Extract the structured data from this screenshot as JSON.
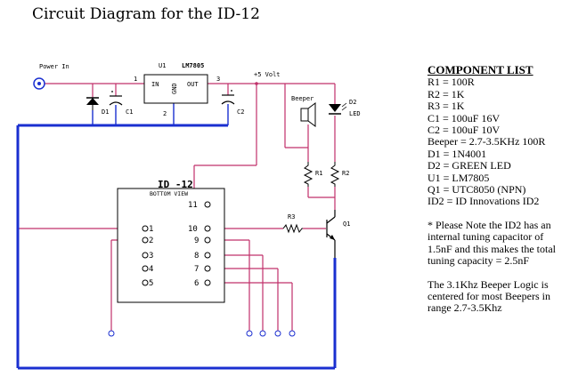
{
  "title": "Circuit Diagram for the ID-12",
  "diagram": {
    "power_in": "Power In",
    "plus5": "+5 Volt",
    "u1": "U1",
    "u1_part": "LM7805",
    "pin_in": "IN",
    "pin_out": "OUT",
    "pin_gnd": "GND",
    "pin1": "1",
    "pin2": "2",
    "pin3": "3",
    "d1": "D1",
    "c1": "C1",
    "c2": "C2",
    "beeper": "Beeper",
    "d2": "D2",
    "led": "LED",
    "r1": "R1",
    "r2": "R2",
    "r3": "R3",
    "q1": "Q1",
    "chip_title": "ID -12",
    "chip_sub": "BOTTOM VIEW",
    "left_pins": [
      "1",
      "2",
      "3",
      "4",
      "5"
    ],
    "right_pins": [
      "11",
      "10",
      "9",
      "8",
      "7",
      "6"
    ]
  },
  "components": {
    "header": "COMPONENT LIST",
    "items": [
      "R1 = 100R",
      "R2 = 1K",
      "R3 = 1K",
      "C1 = 100uF 16V",
      "C2 = 100uF 10V",
      "Beeper = 2.7-3.5KHz 100R",
      "D1 = 1N4001",
      "D2 = GREEN LED",
      "U1 = LM7805",
      "Q1 = UTC8050 (NPN)",
      "ID2 = ID Innovations ID2"
    ],
    "note1": "* Please Note the ID2 has an internal tuning capacitor of 1.5nF and this makes the total tuning capacity = 2.5nF",
    "note2": "The 3.1Khz Beeper Logic is centered for most Beepers in range 2.7-3.5Khz"
  },
  "colors": {
    "wire": "#c0306a",
    "ground": "#1a2fd0",
    "component": "#000000"
  }
}
